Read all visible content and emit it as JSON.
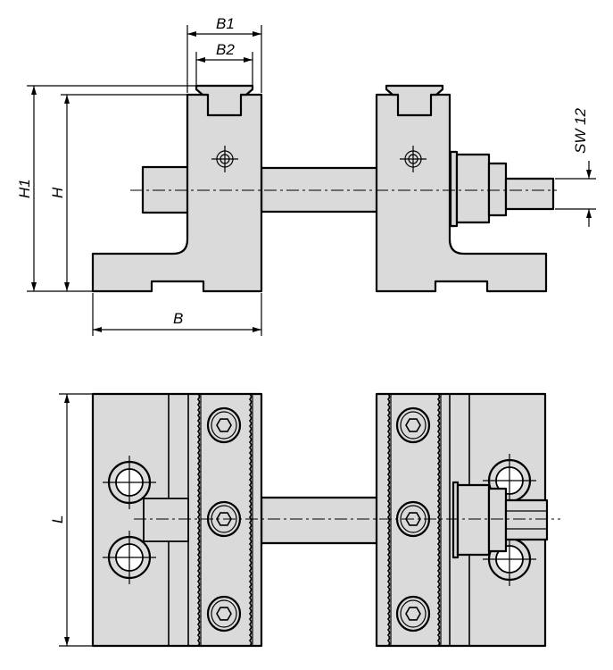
{
  "drawing": {
    "title": "Self-centering vice technical drawing",
    "dimensions": {
      "b1": "B1",
      "b2": "B2",
      "h1": "H1",
      "h": "H",
      "b": "B",
      "sw": "SW 12",
      "l": "L"
    },
    "colors": {
      "fill": "#dadada",
      "stroke": "#000000"
    }
  }
}
